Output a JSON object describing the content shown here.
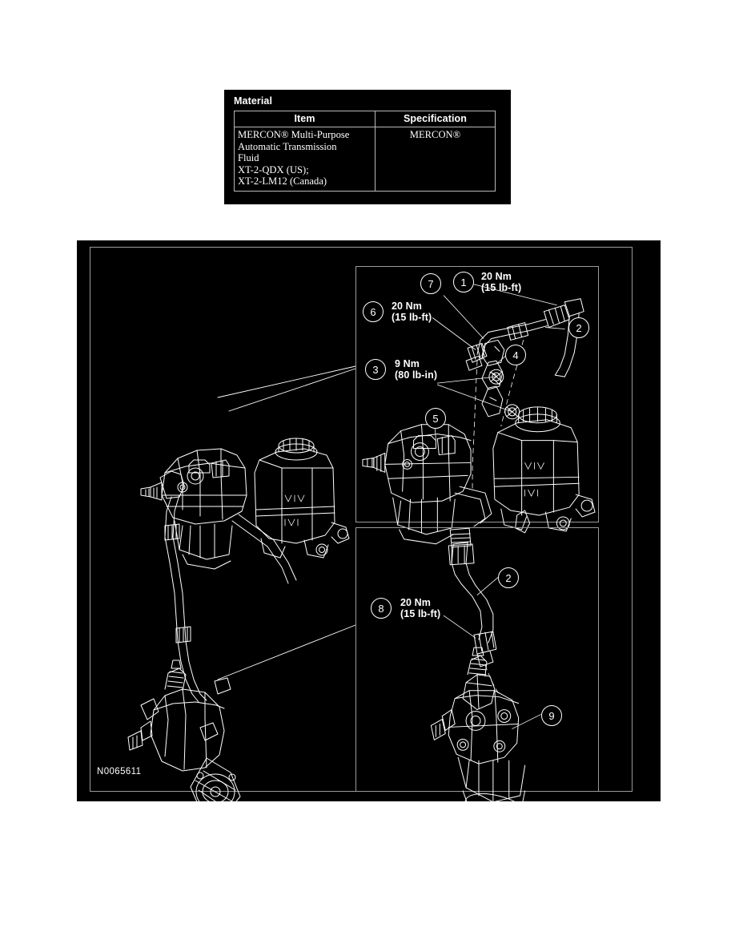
{
  "material": {
    "title": "Material",
    "columns": [
      "Item",
      "Specification"
    ],
    "rows": [
      {
        "item": "MERCON® Multi-Purpose\nAutomatic Transmission\nFluid\nXT-2-QDX (US);\nXT-2-LM12 (Canada)",
        "specification": "MERCON®"
      }
    ]
  },
  "figure": {
    "id_label": "N0065611",
    "panels": {
      "top": {
        "name": "hydraulic-brake-booster-detail"
      },
      "bottom": {
        "name": "power-steering-pump-detail"
      }
    },
    "callouts": [
      {
        "number": "1",
        "torque": "20 Nm\n(15 lb-ft)",
        "panel": "top"
      },
      {
        "number": "2",
        "torque": "",
        "panel": "top"
      },
      {
        "number": "3",
        "torque": "9 Nm\n(80 lb-in)",
        "panel": "top"
      },
      {
        "number": "4",
        "torque": "",
        "panel": "top"
      },
      {
        "number": "5",
        "torque": "",
        "panel": "top"
      },
      {
        "number": "6",
        "torque": "20 Nm\n(15 lb-ft)",
        "panel": "top"
      },
      {
        "number": "7",
        "torque": "",
        "panel": "top"
      },
      {
        "number": "8",
        "torque": "20 Nm\n(15 lb-ft)",
        "panel": "bottom"
      },
      {
        "number": "9",
        "torque": "",
        "panel": "bottom"
      },
      {
        "number": "2",
        "torque": "",
        "panel": "bottom"
      }
    ]
  },
  "colors": {
    "figure_background": "#000000",
    "line_art": "#ffffff",
    "frame_border": "#9a9a9a",
    "page_background": "#ffffff"
  }
}
